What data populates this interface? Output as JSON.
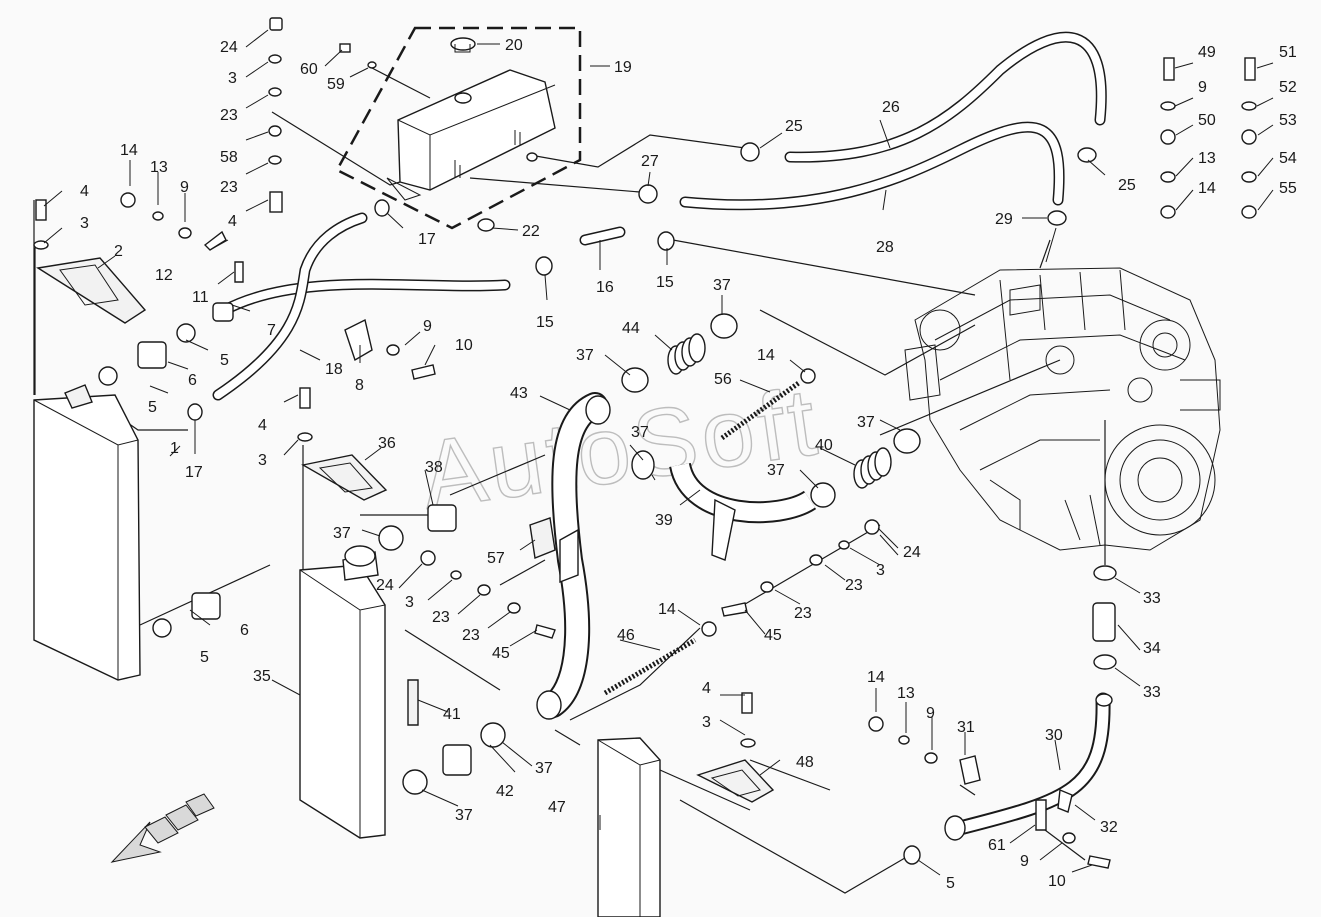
{
  "watermark": "AutoSoft",
  "labels": [
    "1",
    "2",
    "3",
    "3",
    "3",
    "3",
    "3",
    "3",
    "3",
    "4",
    "4",
    "4",
    "4",
    "5",
    "5",
    "5",
    "5",
    "6",
    "6",
    "7",
    "8",
    "9",
    "9",
    "9",
    "9",
    "10",
    "10",
    "11",
    "12",
    "13",
    "13",
    "13",
    "14",
    "14",
    "14",
    "14",
    "14",
    "15",
    "15",
    "16",
    "17",
    "17",
    "18",
    "19",
    "20",
    "22",
    "23",
    "23",
    "23",
    "23",
    "23",
    "23",
    "24",
    "24",
    "24",
    "25",
    "25",
    "26",
    "27",
    "28",
    "29",
    "30",
    "31",
    "32",
    "33",
    "33",
    "34",
    "35",
    "36",
    "37",
    "37",
    "37",
    "37",
    "37",
    "37",
    "37",
    "37",
    "38",
    "39",
    "40",
    "41",
    "42",
    "43",
    "44",
    "45",
    "45",
    "46",
    "47",
    "48",
    "49",
    "50",
    "51",
    "52",
    "53",
    "54",
    "55",
    "56",
    "57",
    "58",
    "59",
    "60",
    "61"
  ]
}
